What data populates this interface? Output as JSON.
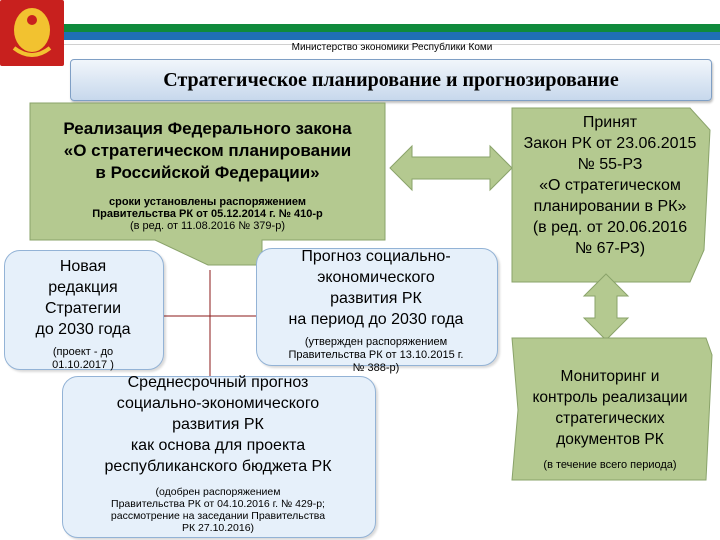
{
  "header": {
    "ministry": "Министерство экономики Республики Коми",
    "title": "Стратегическое планирование и прогнозирование"
  },
  "federal_law": {
    "line1": "Реализация Федерального закона",
    "line2": "«О стратегическом планировании",
    "line3": "в Российской Федерации»",
    "note1": "сроки установлены распоряжением",
    "note2": "Правительства РК от 05.12.2014 г. № 410-р",
    "note3": "(в ред. от 11.08.2016 № 379-р)"
  },
  "rk_law": {
    "line1": "Принят",
    "line2": "Закон РК от 23.06.2015",
    "line3": "№ 55-РЗ",
    "line4": "«О стратегическом",
    "line5": "планировании в РК»",
    "line6": "(в ред. от 20.06.2016",
    "line7": "№ 67-РЗ)"
  },
  "strategy": {
    "line1": "Новая",
    "line2": "редакция",
    "line3": "Стратегии",
    "line4": "до 2030 года",
    "note1": "(проект - до",
    "note2": "01.10.2017 )"
  },
  "forecast": {
    "line1": "Прогноз социально-",
    "line2": "экономического",
    "line3": "развития РК",
    "line4": "на период до 2030 года",
    "note1": "(утвержден распоряжением",
    "note2": "Правительства РК от 13.10.2015 г.",
    "note3": "№ 388-р)"
  },
  "midterm": {
    "line1": "Среднесрочный прогноз",
    "line2": "социально-экономического",
    "line3": "развития РК",
    "line4": "как основа для проекта",
    "line5": "республиканского бюджета РК",
    "note1": "(одобрен распоряжением",
    "note2": "Правительства РК от 04.10.2016 г. № 429-р;",
    "note3": "рассмотрение на заседании Правительства",
    "note4": "РК  27.10.2016)"
  },
  "monitoring": {
    "line1": "Мониторинг и",
    "line2": "контроль реализации",
    "line3": "стратегических",
    "line4": "документов РК",
    "note": "(в течение всего периода)"
  },
  "colors": {
    "green_panel": "#b4c990",
    "light_blue": "#e6f0fa",
    "title_bar": "#c7d8ec",
    "emblem_red": "#c8201e"
  }
}
